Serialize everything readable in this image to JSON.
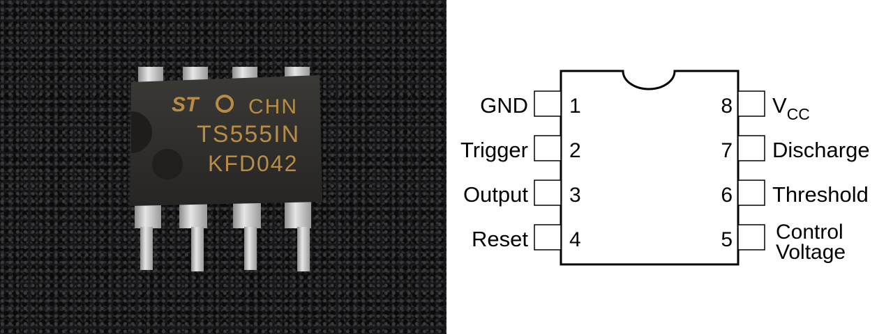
{
  "chip": {
    "marking_line1": "CHN",
    "marking_line2": "TS555IN",
    "marking_line3": "KFD042",
    "logo": "ST"
  },
  "pins": {
    "p1": {
      "number": "1",
      "label": "GND"
    },
    "p2": {
      "number": "2",
      "label": "Trigger"
    },
    "p3": {
      "number": "3",
      "label": "Output"
    },
    "p4": {
      "number": "4",
      "label": "Reset"
    },
    "p5": {
      "number": "5",
      "label_line1": "Control",
      "label_line2": "Voltage"
    },
    "p6": {
      "number": "6",
      "label": "Threshold"
    },
    "p7": {
      "number": "7",
      "label": "Discharge"
    },
    "p8": {
      "number": "8",
      "label_main": "V",
      "label_sub": "CC"
    }
  },
  "colors": {
    "chip_body": "#2c2b29",
    "chip_marking": "#b98c46",
    "pin_metal": "#c8c8c8",
    "foam": "#18181a",
    "line": "#000000"
  }
}
